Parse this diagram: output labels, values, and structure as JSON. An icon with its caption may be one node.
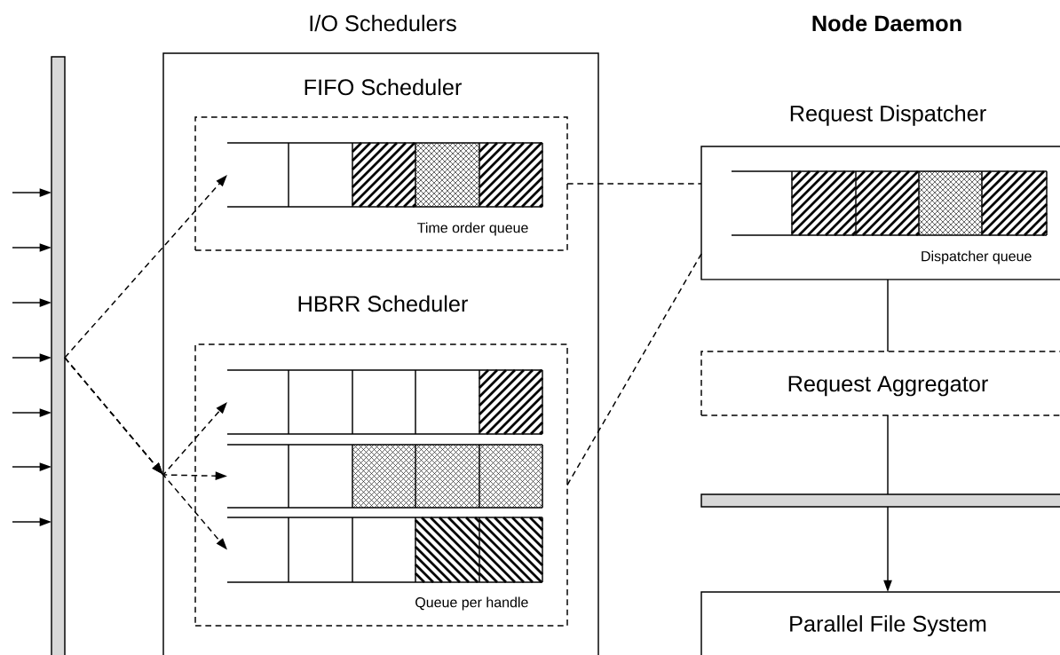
{
  "diagram": {
    "nodes": [
      {
        "text": [],
        "shape": "bar"
      },
      {
        "text": [
          "I/O Schedulers"
        ]
      },
      {
        "text": [
          "FIFO Scheduler",
          "Time order queue"
        ],
        "in": 1
      },
      {
        "text": [],
        "shape": "box",
        "in": 2
      },
      {
        "text": [
          "HBRR Scheduler",
          "Queue per handle"
        ],
        "in": 1
      },
      {
        "text": [],
        "shape": "box",
        "in": 4
      },
      {
        "text": [],
        "shape": "box",
        "in": 4
      },
      {
        "text": [],
        "shape": "box",
        "in": 4
      },
      {
        "text": [
          "Request Dispatcher",
          "Dispatcher queue"
        ]
      },
      {
        "text": [],
        "shape": "box",
        "in": 8
      },
      {
        "text": [
          "Request Aggregator"
        ]
      },
      {
        "text": [],
        "shape": "bar"
      },
      {
        "text": [
          "Parallel File System"
        ]
      }
    ],
    "edges": [
      {
        "from": null,
        "to": 0,
        "arrow": "to"
      },
      {
        "from": null,
        "to": 0,
        "arrow": "to"
      },
      {
        "from": null,
        "to": 0,
        "arrow": "to"
      },
      {
        "from": null,
        "to": 0,
        "arrow": "to"
      },
      {
        "from": null,
        "to": 0,
        "arrow": "to"
      },
      {
        "from": null,
        "to": 0,
        "arrow": "to"
      },
      {
        "from": null,
        "to": 0,
        "arrow": "to"
      },
      {
        "from": 0,
        "to": 3,
        "arrow": "to",
        "style": "dashed"
      },
      {
        "from": 0,
        "to": 5,
        "arrow": "to",
        "style": "dashed"
      },
      {
        "from": 0,
        "to": 6,
        "arrow": "to",
        "style": "dashed"
      },
      {
        "from": 0,
        "to": 7,
        "arrow": "to",
        "style": "dashed"
      },
      {
        "from": 2,
        "to": 8,
        "arrow": "none",
        "style": "dashed"
      },
      {
        "from": 4,
        "to": 8,
        "arrow": "none",
        "style": "dashed"
      },
      {
        "from": 8,
        "to": 10,
        "arrow": "none"
      },
      {
        "from": 10,
        "to": 11,
        "arrow": "none"
      },
      {
        "from": 11,
        "to": 12,
        "arrow": "to"
      }
    ],
    "labels": [
      "Node Daemon"
    ]
  }
}
